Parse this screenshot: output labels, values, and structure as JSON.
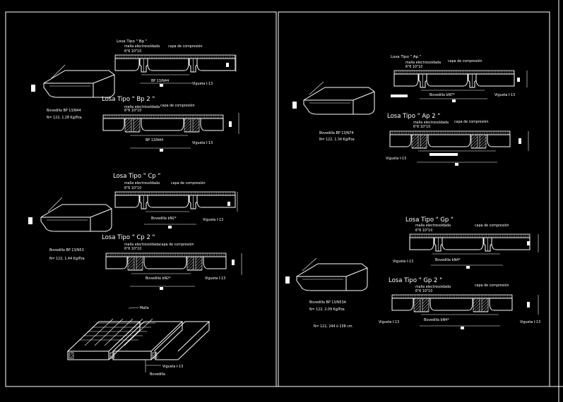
{
  "drawing": {
    "colors": {
      "background": "#000000",
      "lines": "#ffffff"
    },
    "left_panel": {
      "bp": {
        "title": "Losa Tipo \" Bp \"",
        "malla": "malla electrosoldada",
        "capa": "capa de compresión",
        "spec": "6\"6 10\"10",
        "block": "BP 13/N44",
        "vigueta": "Vigueta I-13"
      },
      "bp2": {
        "title": "Losa Tipo \" Bp 2 \"",
        "malla": "malla electrosoldada",
        "capa": "capa de compresión",
        "spec": "6\"6 10\"10",
        "block": "BP 13/N44",
        "vigueta": "Vigueta I-13"
      },
      "bovedilla_bp": {
        "name": "Bovedilla BP 13/N44",
        "weight": "N= 122,  1.28 Kg/Pza"
      },
      "cp": {
        "title": "Losa Tipo \" Cp \"",
        "malla": "malla electrosoldada",
        "capa": "capa de compresión",
        "spec": "6\"6 10\"10",
        "block": "Bovedilla bN2*",
        "vigueta": "Vigueta I-13"
      },
      "cp2": {
        "title": "Losa Tipo \" Cp 2 \"",
        "malla": "malla electrosoldada",
        "capa": "capa de compresión",
        "spec": "6\"6 10\"10",
        "block": "Bovedilla bN2*",
        "vigueta": "Vigueta I-13"
      },
      "bovedilla_cp": {
        "name": "Bovedilla BP 13/N53",
        "weight": "N= 122,  1.44 Kg/Pza"
      },
      "iso": {
        "malla": "Malla",
        "vigueta": "Vigueta I-13",
        "bovedilla": "Bovedilla"
      }
    },
    "right_panel": {
      "ap": {
        "title": "Losa Tipo \" Ap \"",
        "malla": "malla electrosoldada",
        "capa": "capa de compresión",
        "spec": "6\"6 10\"10",
        "block": "Bovedilla bN7*",
        "vigueta": "Vigueta I-13"
      },
      "ap2": {
        "title": "Losa Tipo \" Ap 2 \"",
        "malla": "malla electrosoldada",
        "capa": "capa de compresión",
        "spec": "6\"6 10\"10",
        "vigueta": "Vigueta I-13"
      },
      "bovedilla_ap": {
        "name": "Bovedilla BP 13/N74",
        "weight": "N= 122,  1.34 Kg/Pza"
      },
      "gp": {
        "title": "Losa Tipo \" Gp \"",
        "malla": "malla electrosoldada",
        "capa": "capa de compresión",
        "spec": "6\"6 10\"10",
        "block": "Bovedilla bN4*",
        "vigueta": "Vigueta I-13"
      },
      "gp2": {
        "title": "Losa Tipo \" Gp 2 \"",
        "malla": "malla electrosoldada",
        "capa": "capa de compresión",
        "spec": "6\"6 10\"10",
        "block": "Bovedilla bN4*",
        "vigueta": "Vigueta I-13"
      },
      "bovedilla_gp": {
        "name": "Bovedilla BP 13/N53A",
        "weight": "N= 122,  2.09 Kg/Pza",
        "note": "N= 122,  244 ó 238 cm."
      }
    }
  }
}
